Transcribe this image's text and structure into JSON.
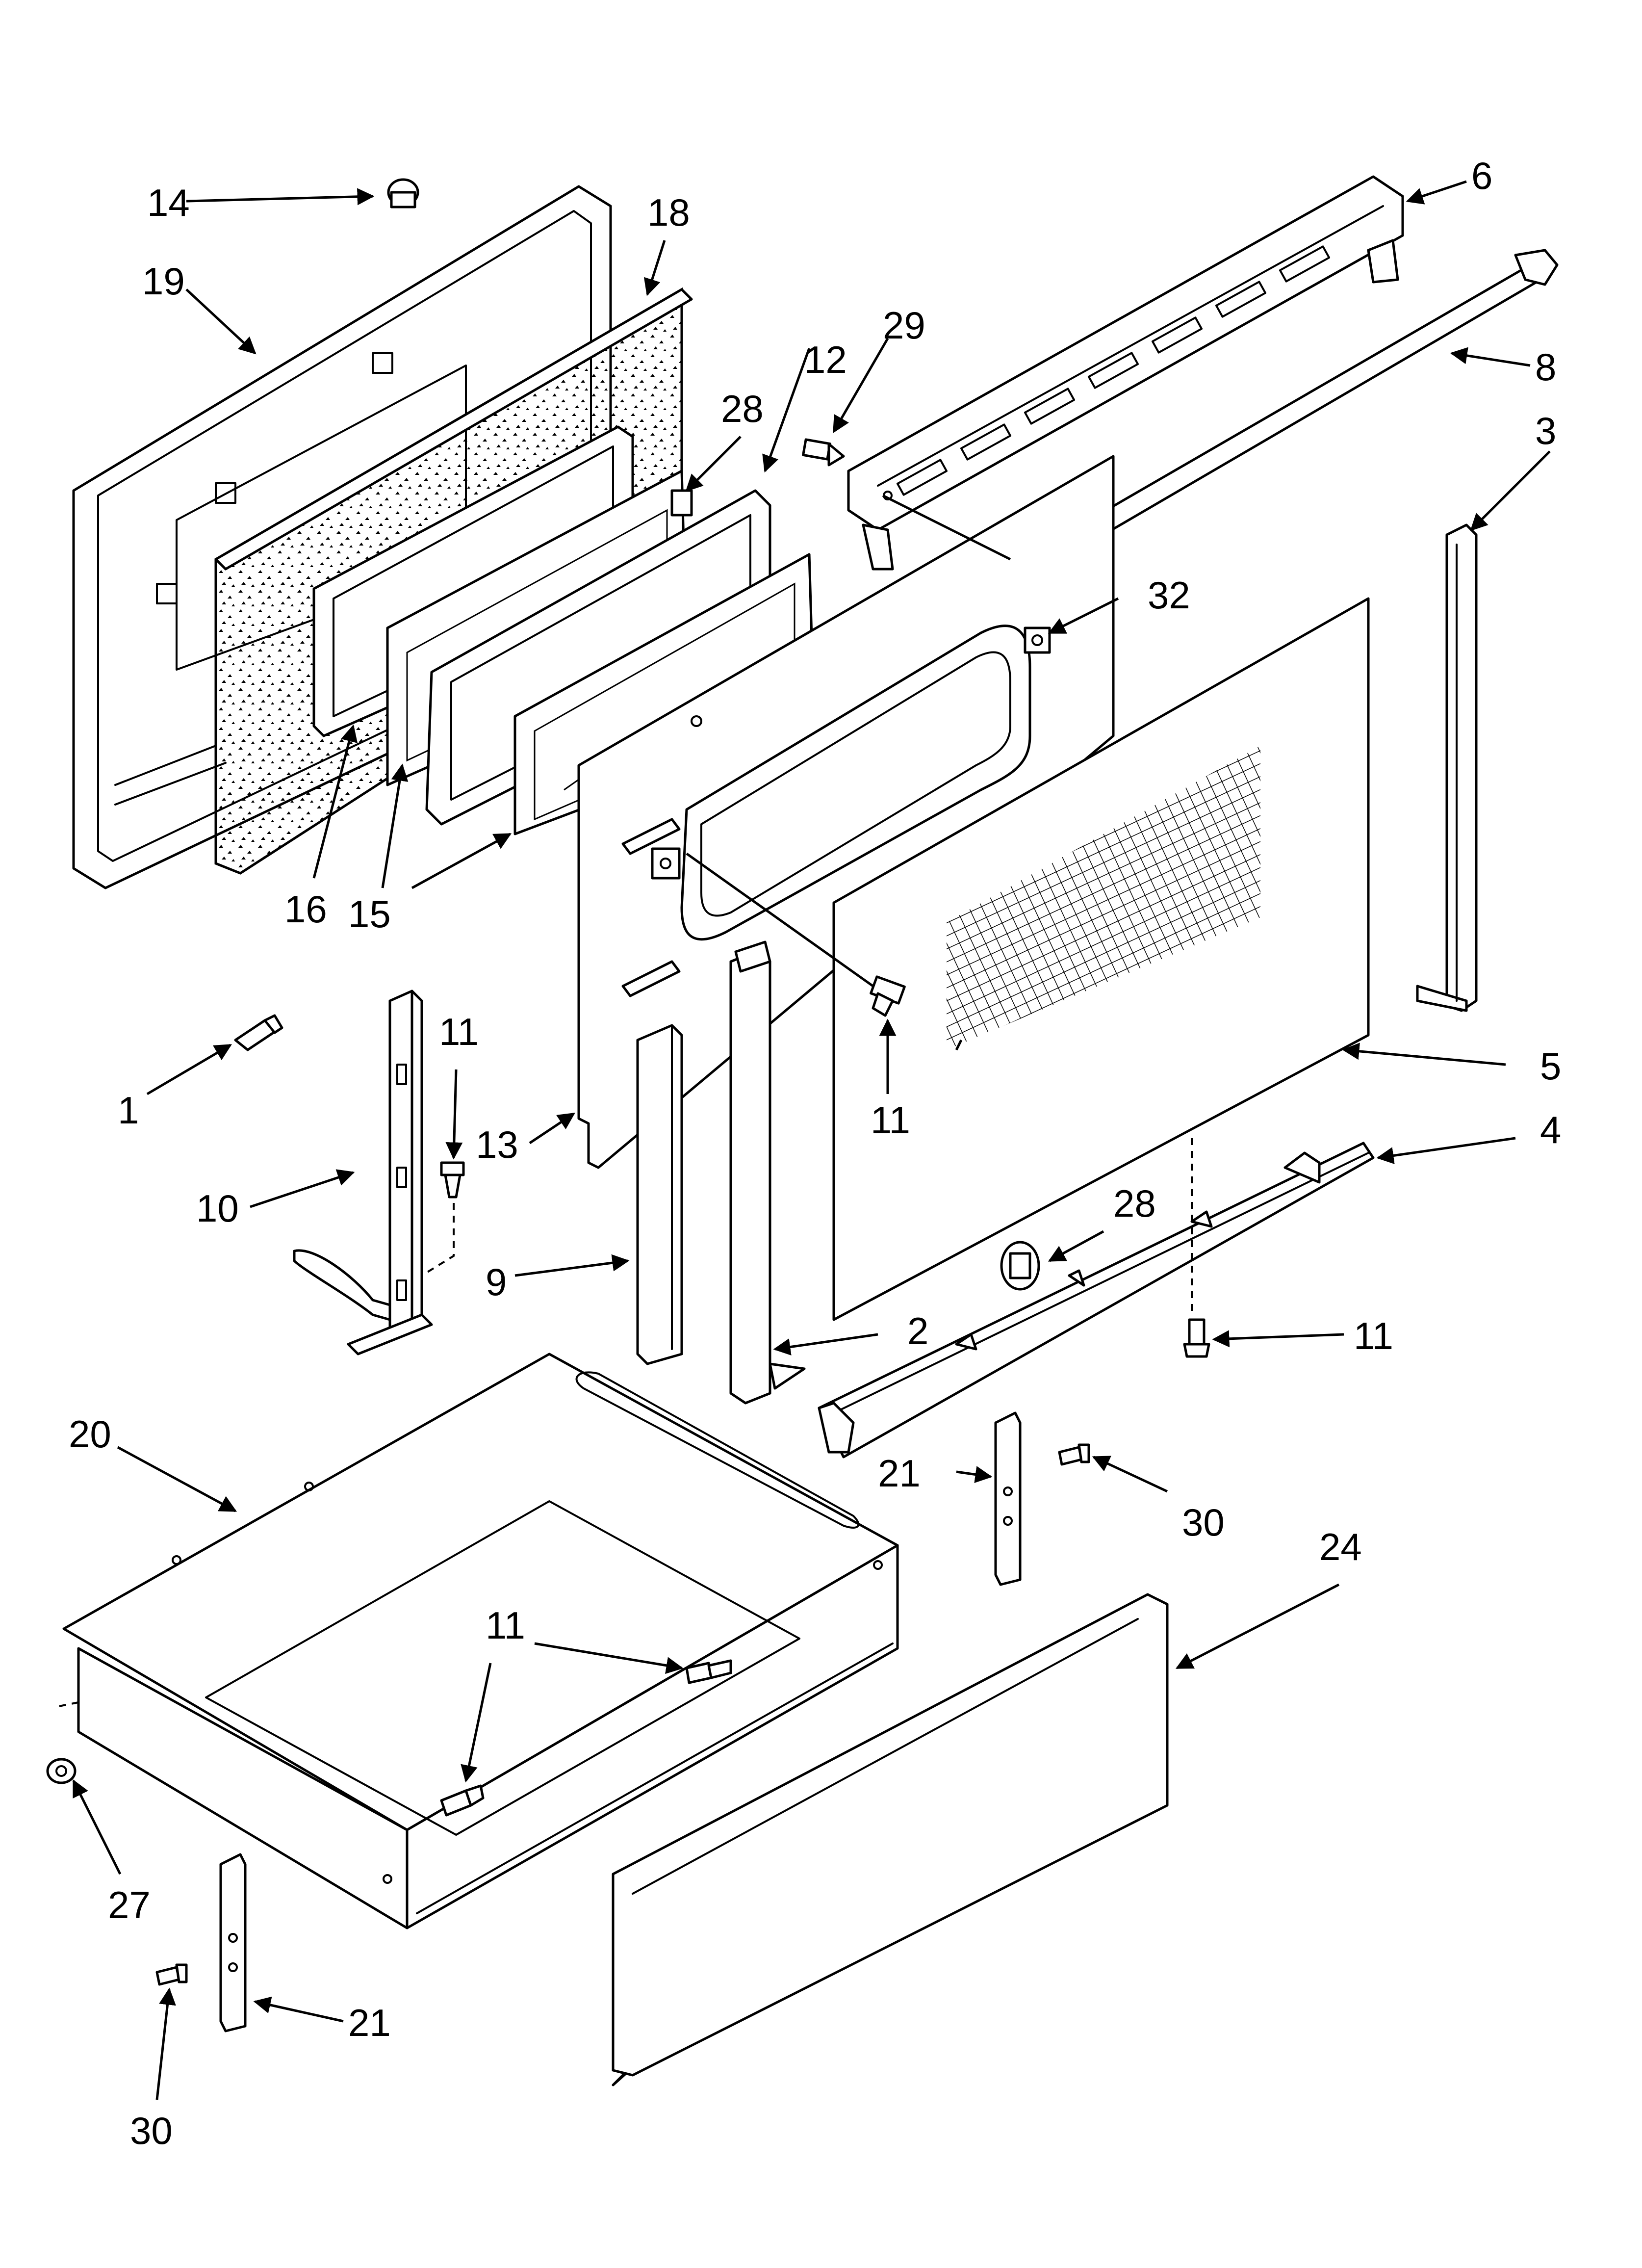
{
  "diagram": {
    "colors": {
      "line": "#000000",
      "background": "#ffffff"
    },
    "callouts": [
      {
        "id": "c14a",
        "label": "14"
      },
      {
        "id": "c18",
        "label": "18"
      },
      {
        "id": "c19",
        "label": "19"
      },
      {
        "id": "c6",
        "label": "6"
      },
      {
        "id": "c29",
        "label": "29"
      },
      {
        "id": "c12",
        "label": "12"
      },
      {
        "id": "c28a",
        "label": "28"
      },
      {
        "id": "c8",
        "label": "8"
      },
      {
        "id": "c3",
        "label": "3"
      },
      {
        "id": "c32",
        "label": "32"
      },
      {
        "id": "c16",
        "label": "16"
      },
      {
        "id": "c15",
        "label": "15"
      },
      {
        "id": "c1",
        "label": "1"
      },
      {
        "id": "c11a",
        "label": "11"
      },
      {
        "id": "c11b",
        "label": "11"
      },
      {
        "id": "c13",
        "label": "13"
      },
      {
        "id": "c10",
        "label": "10"
      },
      {
        "id": "c5",
        "label": "5"
      },
      {
        "id": "c4",
        "label": "4"
      },
      {
        "id": "c28b",
        "label": "28"
      },
      {
        "id": "c9",
        "label": "9"
      },
      {
        "id": "c2",
        "label": "2"
      },
      {
        "id": "c11c",
        "label": "11"
      },
      {
        "id": "c20",
        "label": "20"
      },
      {
        "id": "c21a",
        "label": "21"
      },
      {
        "id": "c30a",
        "label": "30"
      },
      {
        "id": "c24",
        "label": "24"
      },
      {
        "id": "c11d",
        "label": "11"
      },
      {
        "id": "c27",
        "label": "27"
      },
      {
        "id": "c21b",
        "label": "21"
      },
      {
        "id": "c30b",
        "label": "30"
      }
    ]
  }
}
